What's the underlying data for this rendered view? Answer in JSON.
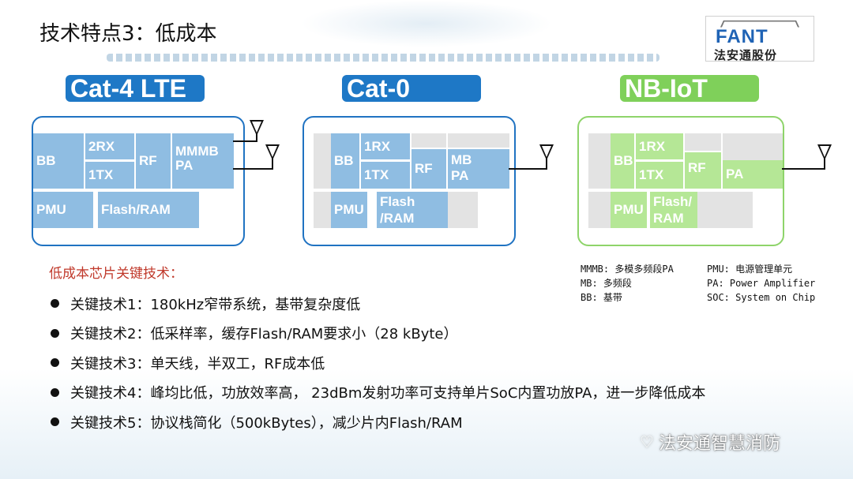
{
  "title": "技术特点3：低成本",
  "logo": {
    "mark": "FANT",
    "name": "法安通股份"
  },
  "tags": {
    "cat4": "Cat-4 LTE",
    "cat0": "Cat-0",
    "nbiot": "NB-IoT"
  },
  "panel_cat4": {
    "bb": "BB",
    "rx": "2RX",
    "tx": "1TX",
    "rf": "RF",
    "pa_line1": "MMMB",
    "pa_line2": "PA",
    "pmu": "PMU",
    "flash": "Flash/RAM"
  },
  "panel_cat0": {
    "bb": "BB",
    "rx": "1RX",
    "tx": "1TX",
    "rf": "RF",
    "pa_line1": "MB",
    "pa_line2": "PA",
    "pmu": "PMU",
    "flash_line1": "Flash",
    "flash_line2": "/RAM"
  },
  "panel_nbiot": {
    "bb": "BB",
    "rx": "1RX",
    "tx": "1TX",
    "rf": "RF",
    "pa": "PA",
    "pmu": "PMU",
    "flash_line1": "Flash/",
    "flash_line2": "RAM"
  },
  "subtitle": "低成本芯片关键技术：",
  "bullets": [
    "关键技术1：180kHz窄带系统，基带复杂度低",
    "关键技术2：低采样率，缓存Flash/RAM要求小（28 kByte）",
    "关键技术3：单天线，半双工，RF成本低",
    "关键技术4：峰均比低，功放效率高， 23dBm发射功率可支持单片SoC内置功放PA，进一步降低成本",
    "关键技术5：协议栈简化（500kBytes），减少片内Flash/RAM"
  ],
  "legend": {
    "left": [
      "MMMB: 多模多频段PA",
      "MB: 多频段",
      "BB: 基带"
    ],
    "right": [
      "PMU: 电源管理单元",
      "PA: Power Amplifier",
      "SOC: System on Chip"
    ]
  },
  "watermark": "法安通智慧消防",
  "colors": {
    "blue": "#1e78c6",
    "light_blue": "#8fbde2",
    "green": "#7fd05a",
    "light_green": "#b5e796",
    "red": "#c0392b"
  }
}
